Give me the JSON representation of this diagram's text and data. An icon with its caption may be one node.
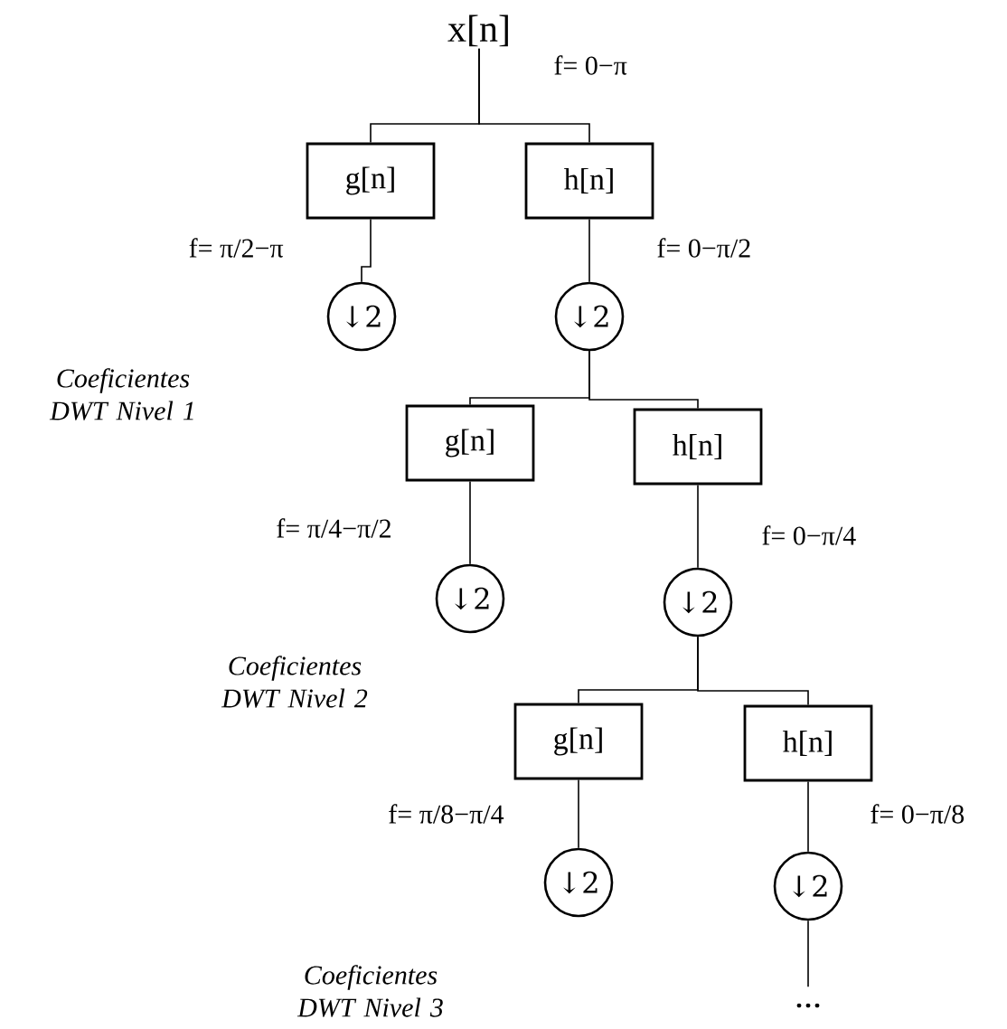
{
  "diagram": {
    "nodes": [
      {
        "text": [
          "x[n]"
        ],
        "beside": [
          "f= 0−π"
        ]
      },
      {
        "text": [
          "g[n]"
        ],
        "beside": [
          "f= π/2−π"
        ]
      },
      {
        "text": [
          "h[n]"
        ],
        "beside": [
          "f= 0−π/2"
        ]
      },
      {
        "text": [
          "↓2"
        ]
      },
      {
        "text": [
          "↓2"
        ]
      },
      {
        "text": [
          "g[n]"
        ],
        "beside": [
          "f= π/4−π/2"
        ]
      },
      {
        "text": [
          "h[n]"
        ],
        "beside": [
          "f= 0−π/4"
        ]
      },
      {
        "text": [
          "↓2"
        ]
      },
      {
        "text": [
          "↓2"
        ]
      },
      {
        "text": [
          "g[n]"
        ],
        "beside": [
          "f= π/8−π/4"
        ]
      },
      {
        "text": [
          "h[n]"
        ],
        "beside": [
          "f= 0−π/8"
        ]
      },
      {
        "text": [
          "↓2"
        ]
      },
      {
        "text": [
          "↓2"
        ]
      },
      {
        "text": [
          "..."
        ]
      }
    ],
    "edges": [
      {
        "from": 0,
        "to": 1,
        "arrow": "none"
      },
      {
        "from": 0,
        "to": 2,
        "arrow": "none"
      },
      {
        "from": 1,
        "to": 3,
        "arrow": "none"
      },
      {
        "from": 2,
        "to": 4,
        "arrow": "none"
      },
      {
        "from": 4,
        "to": 5,
        "arrow": "none"
      },
      {
        "from": 4,
        "to": 6,
        "arrow": "none"
      },
      {
        "from": 5,
        "to": 7,
        "arrow": "none"
      },
      {
        "from": 6,
        "to": 8,
        "arrow": "none"
      },
      {
        "from": 8,
        "to": 9,
        "arrow": "none"
      },
      {
        "from": 8,
        "to": 10,
        "arrow": "none"
      },
      {
        "from": 9,
        "to": 11,
        "arrow": "none"
      },
      {
        "from": 10,
        "to": 12,
        "arrow": "none"
      },
      {
        "from": 12,
        "to": 13,
        "arrow": "none"
      }
    ],
    "labels": [
      "Coeficientes DWT Nivel 1",
      "Coeficientes DWT Nivel 2",
      "Coeficientes DWT Nivel 3"
    ]
  }
}
